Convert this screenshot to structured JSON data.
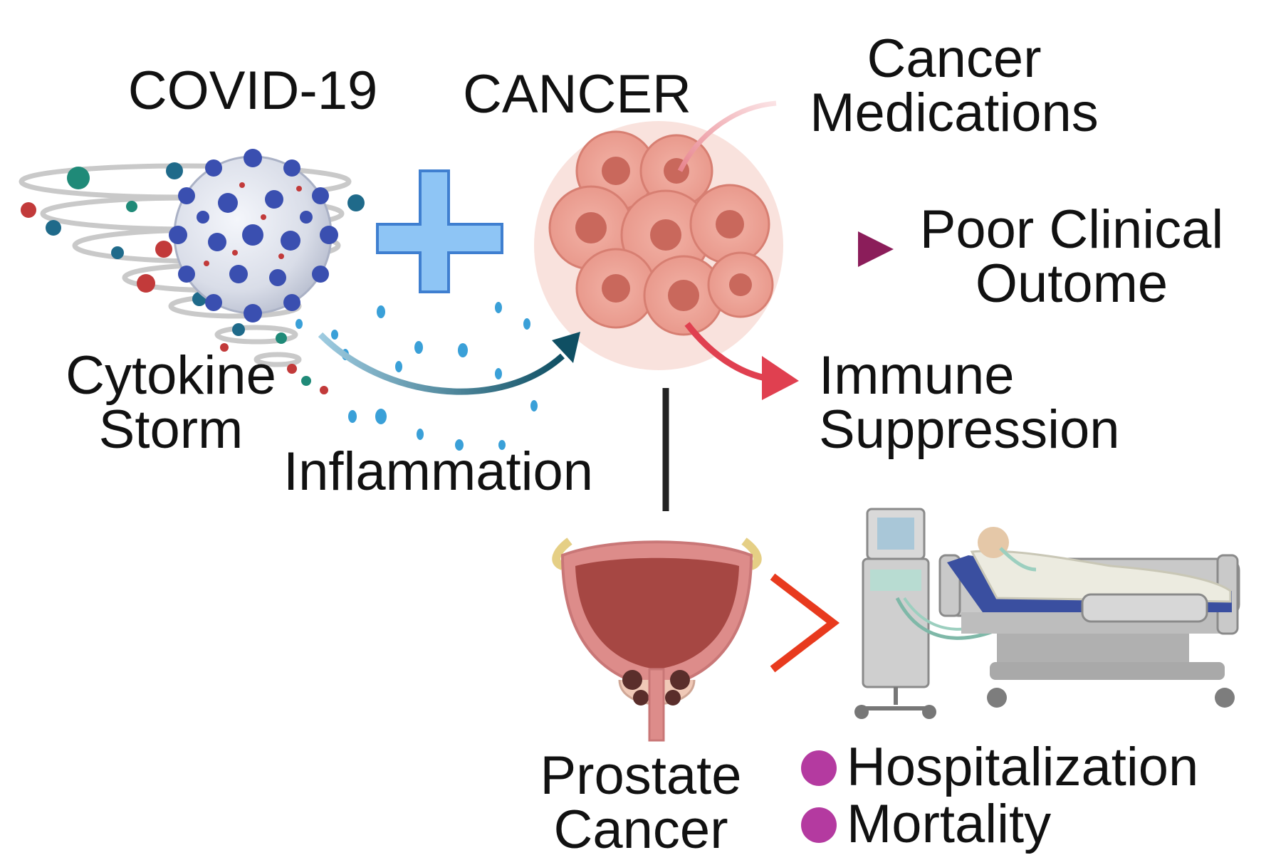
{
  "labels": {
    "covid": "COVID-19",
    "cancer": "CANCER",
    "cancer_medications": [
      "Cancer",
      "Medications"
    ],
    "poor_outcome": [
      "Poor Clinical",
      "Outome"
    ],
    "immune_suppression": [
      "Immune",
      "Suppression"
    ],
    "cytokine_storm": [
      "Cytokine",
      "Storm"
    ],
    "inflammation": "Inflammation",
    "prostate_cancer": [
      "Prostate",
      "Cancer"
    ]
  },
  "outcomes": [
    "Hospitalization",
    "Mortality"
  ],
  "colors": {
    "plus": "#8ec5f5",
    "plus_stroke": "#3f7fd0",
    "arrow_poor": "#8b1d5a",
    "arrow_immune": "#e04050",
    "arrow_inflammation": "#15566a",
    "greater_than": "#e83a1e",
    "bullet": "#b43aa0",
    "virus_blue": "#3a4fb0",
    "cell": "#e8978a"
  },
  "icons": [
    "virus-icon",
    "cancer-cells-icon",
    "prostate-bladder-icon",
    "hospital-bed-ventilator-icon"
  ]
}
